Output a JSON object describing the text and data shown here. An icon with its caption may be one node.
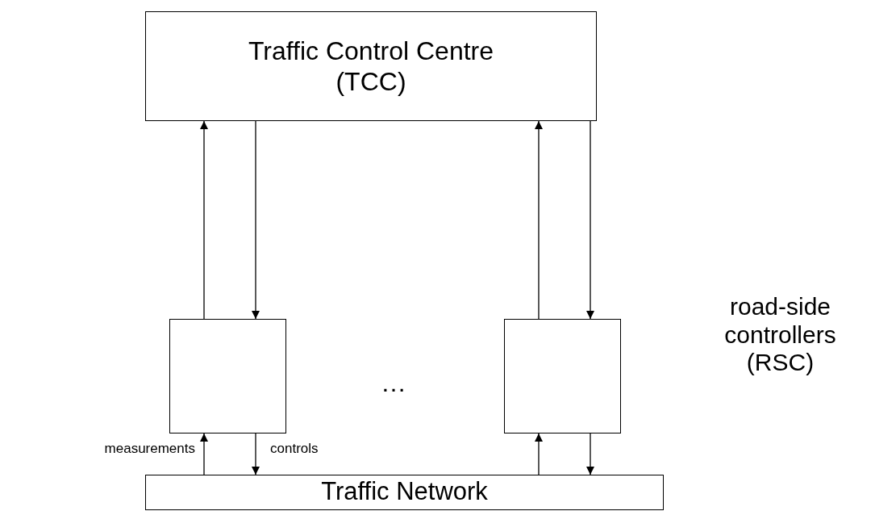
{
  "diagram": {
    "nodes": [
      {
        "text": [
          "Traffic Control Centre (TCC)"
        ]
      },
      {
        "text": [],
        "shape": "box"
      },
      {
        "text": [],
        "shape": "box"
      },
      {
        "text": [
          "Traffic Network"
        ]
      }
    ],
    "edges": [
      {
        "from": 1,
        "to": 0,
        "arrow": "to"
      },
      {
        "from": 0,
        "to": 1,
        "arrow": "to"
      },
      {
        "from": 2,
        "to": 0,
        "arrow": "to"
      },
      {
        "from": 0,
        "to": 2,
        "arrow": "to"
      },
      {
        "from": 3,
        "to": 1,
        "arrow": "to",
        "label": "measurements"
      },
      {
        "from": 1,
        "to": 3,
        "arrow": "to",
        "label": "controls"
      },
      {
        "from": 3,
        "to": 2,
        "arrow": "to"
      },
      {
        "from": 2,
        "to": 3,
        "arrow": "to"
      }
    ],
    "labels": [
      "…",
      "road-side controllers (RSC)"
    ]
  }
}
